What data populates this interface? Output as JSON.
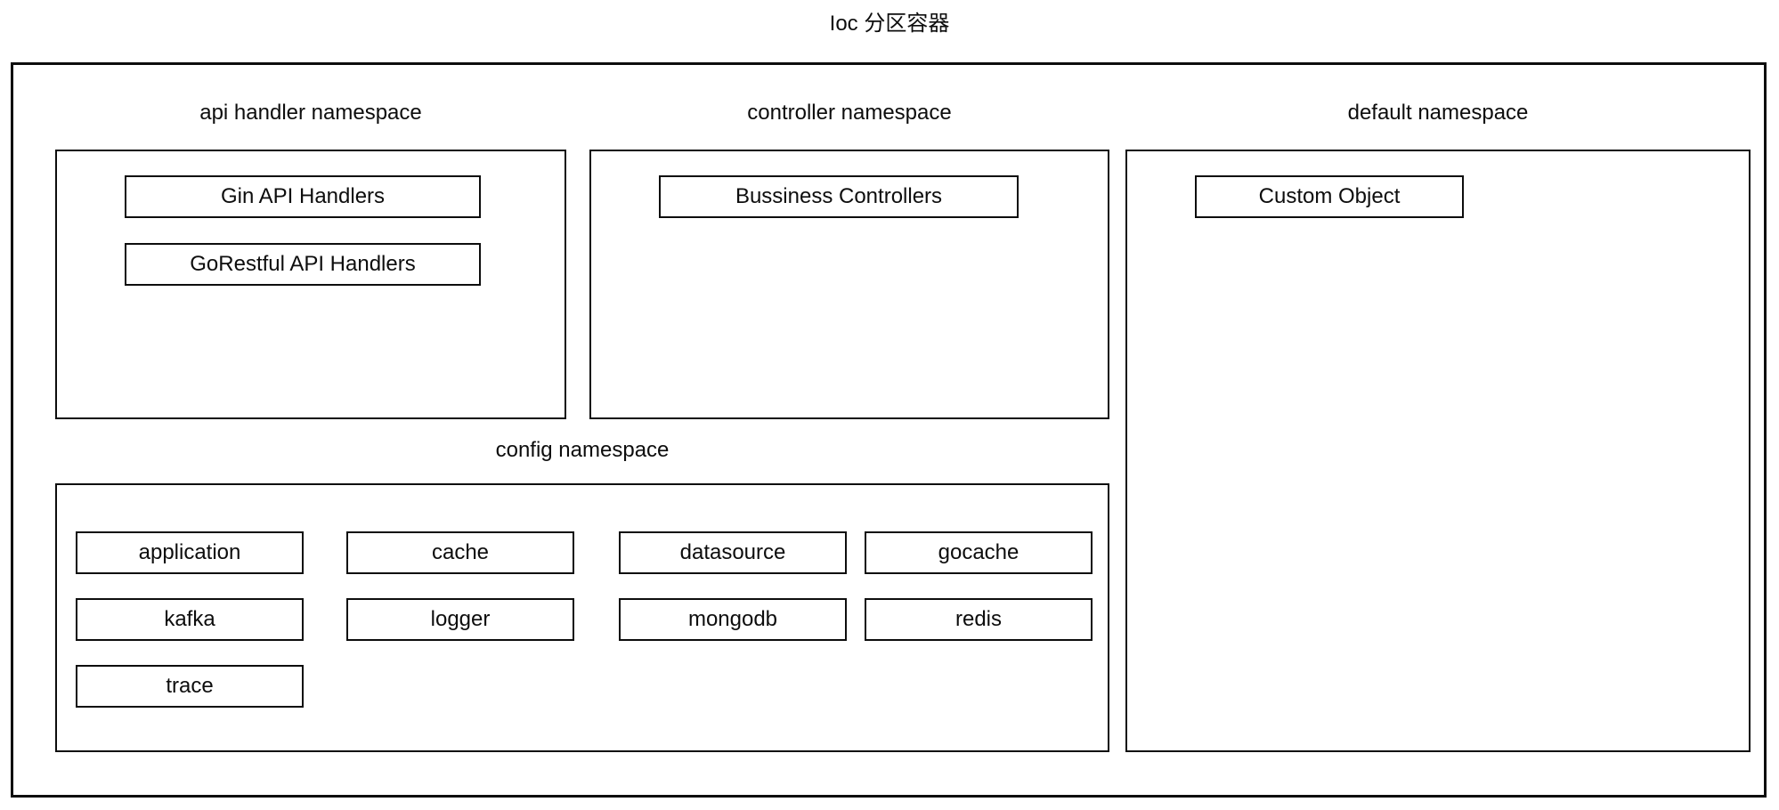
{
  "diagram": {
    "title": "Ioc 分区容器",
    "colors": {
      "line": "#0d0d0d",
      "text": "#0d0d0d",
      "background": "#ffffff"
    },
    "namespaces": [
      {
        "id": "api-handler",
        "label": "api handler namespace",
        "items": [
          "Gin API Handlers",
          "GoRestful API Handlers"
        ]
      },
      {
        "id": "controller",
        "label": "controller namespace",
        "items": [
          "Bussiness Controllers"
        ]
      },
      {
        "id": "default",
        "label": "default namespace",
        "items": [
          "Custom Object"
        ]
      },
      {
        "id": "config",
        "label": "config namespace",
        "items": [
          "application",
          "cache",
          "datasource",
          "gocache",
          "kafka",
          "logger",
          "mongodb",
          "redis",
          "trace"
        ]
      }
    ]
  }
}
